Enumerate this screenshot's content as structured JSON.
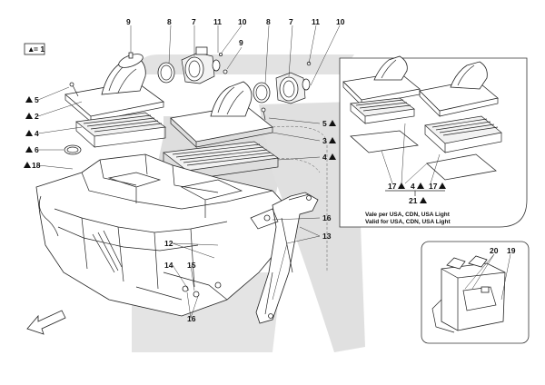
{
  "legend": {
    "symbol": "▲",
    "label": "= 1"
  },
  "callouts": {
    "c9a": "9",
    "c8a": "8",
    "c7a": "7",
    "c11a": "11",
    "c10a": "10",
    "c9b": "9",
    "c8b": "8",
    "c7b": "7",
    "c11b": "11",
    "c10b": "10",
    "c5l": "5",
    "c2l": "2",
    "c4l": "4",
    "c6l": "6",
    "c18l": "18",
    "c5r": "5",
    "c3r": "3",
    "c4r": "4",
    "c16a": "16",
    "c13": "13",
    "c12": "12",
    "c14": "14",
    "c15": "15",
    "c16b": "16",
    "c17a": "17",
    "c4m": "4",
    "c17b": "17",
    "c21": "21",
    "c20": "20",
    "c19": "19"
  },
  "note": {
    "line1": "Vale per USA, CDN, USA Light",
    "line2": "Valid for USA, CDN, USA Light"
  },
  "colors": {
    "watermark": "#dcdcdc",
    "inset_bg": "#ffffff",
    "line": "#222222"
  }
}
